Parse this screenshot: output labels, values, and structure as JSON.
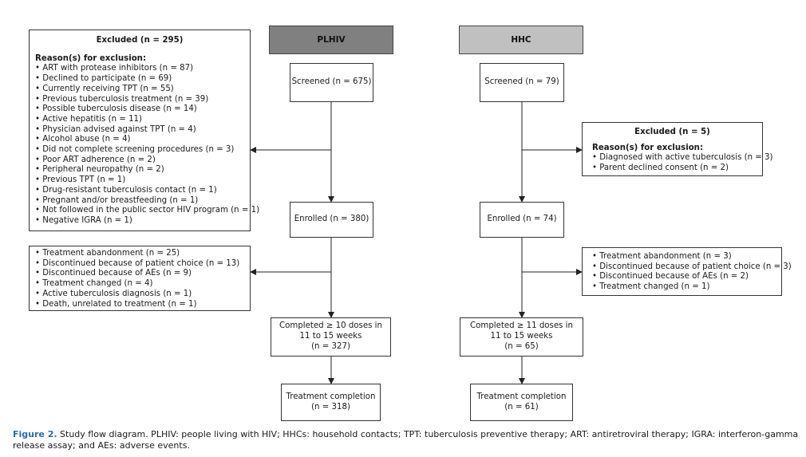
{
  "headers": {
    "plhiv": "PLHIV",
    "hhc": "HHC"
  },
  "plhiv": {
    "screened": "Screened (n = 675)",
    "enrolled": "Enrolled (n = 380)",
    "completed": [
      "Completed ≥ 10 doses in",
      "11 to 15 weeks",
      "(n = 327)"
    ],
    "treatment_completion": [
      "Treatment completion",
      "(n = 318)"
    ],
    "excluded": {
      "title": "Excluded (n = 295)",
      "reasons_title": "Reason(s) for exclusion:",
      "items": [
        "ART with protease inhibitors (n = 87)",
        "Declined to participate (n = 69)",
        "Currently receiving TPT (n = 55)",
        "Previous tuberculosis treatment (n = 39)",
        "Possible tuberculosis disease (n = 14)",
        "Active hepatitis (n = 11)",
        "Physician advised against TPT (n = 4)",
        "Alcohol abuse (n = 4)",
        "Did not complete screening procedures (n = 3)",
        "Poor ART adherence (n = 2)",
        "Peripheral neuropathy (n = 2)",
        "Previous TPT (n = 1)",
        "Drug-resistant tuberculosis contact (n = 1)",
        "Pregnant and/or breastfeeding (n = 1)",
        "Not followed in the public sector HIV program (n = 1)",
        "Negative IGRA (n = 1)"
      ]
    },
    "discontinued": [
      "Treatment abandonment (n = 25)",
      "Discontinued because of patient choice (n = 13)",
      "Discontinued because of AEs (n = 9)",
      "Treatment changed (n = 4)",
      "Active tuberculosis diagnosis (n = 1)",
      "Death, unrelated to treatment (n = 1)"
    ]
  },
  "hhc": {
    "screened": "Screened (n = 79)",
    "enrolled": "Enrolled (n = 74)",
    "completed": [
      "Completed ≥ 11 doses in",
      "11 to 15 weeks",
      "(n = 65)"
    ],
    "treatment_completion": [
      "Treatment completion",
      "(n = 61)"
    ],
    "excluded": {
      "title": "Excluded (n = 5)",
      "reasons_title": "Reason(s) for exclusion:",
      "items": [
        "Diagnosed with active tuberculosis (n = 3)",
        "Parent declined consent (n = 2)"
      ]
    },
    "discontinued": [
      "Treatment abandonment (n = 3)",
      "Discontinued because of patient choice (n = 3)",
      "Discontinued because of AEs (n = 2)",
      "Treatment changed (n = 1)"
    ]
  },
  "caption": {
    "label": "Figure 2.",
    "text": " Study flow diagram. PLHIV: people living with HIV; HHCs: household contacts; TPT: tuberculosis preventive therapy; ART: antiretroviral therapy; IGRA: interferon-gamma release assay; and AEs: adverse events."
  },
  "colors": {
    "plhiv_header": "#808080",
    "hhc_header": "#c0c0c0",
    "caption_label": "#2b6cb0"
  }
}
